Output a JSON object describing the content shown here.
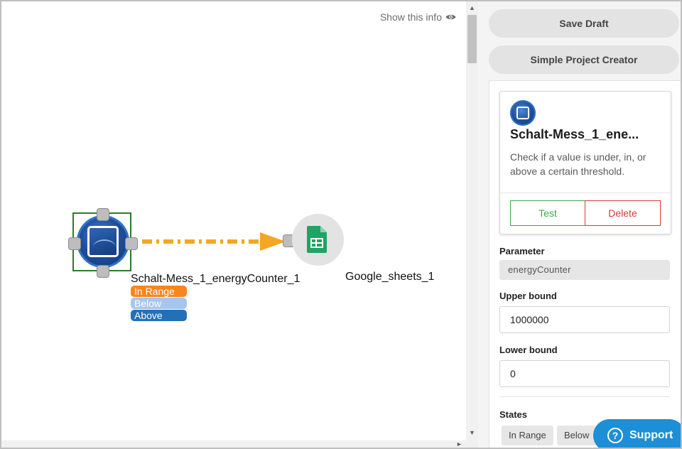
{
  "canvas": {
    "show_info_label": "Show this info",
    "source_node": {
      "label": "Schalt-Mess_1_energyCounter_1",
      "states": [
        {
          "label": "In Range",
          "color": "#f7861f"
        },
        {
          "label": "Below",
          "color": "#a9c6ea"
        },
        {
          "label": "Above",
          "color": "#2470b8"
        }
      ]
    },
    "target_node": {
      "label": "Google_sheets_1"
    },
    "edge_color": "#f5a623"
  },
  "panel": {
    "save_draft_label": "Save Draft",
    "simple_project_label": "Simple Project Creator",
    "card": {
      "title": "Schalt-Mess_1_ene...",
      "description": "Check if a value is under, in, or above a certain threshold.",
      "test_label": "Test",
      "delete_label": "Delete"
    },
    "parameter": {
      "label": "Parameter",
      "value": "energyCounter"
    },
    "upper_bound": {
      "label": "Upper bound",
      "value": "1000000"
    },
    "lower_bound": {
      "label": "Lower bound",
      "value": "0"
    },
    "states": {
      "label": "States",
      "chips": [
        "In Range",
        "Below"
      ]
    }
  },
  "support": {
    "label": "Support",
    "color": "#1d8fd6"
  }
}
